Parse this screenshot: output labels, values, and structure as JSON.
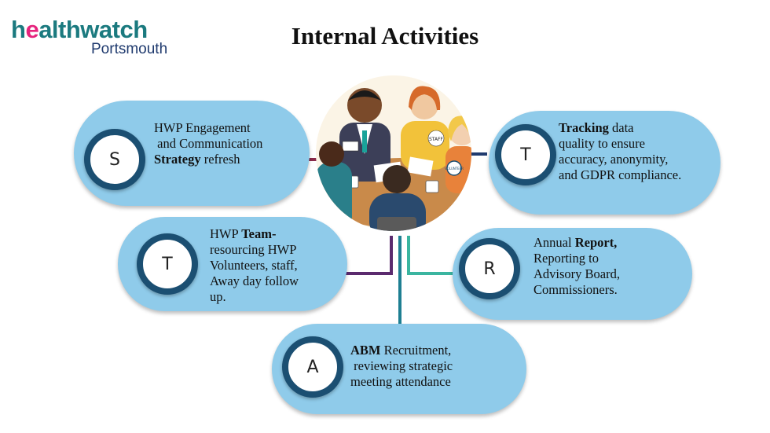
{
  "brand": {
    "logo_part1": "h",
    "logo_accent": "e",
    "logo_part2": "althwatch",
    "logo_sub": "Portsmouth"
  },
  "title": "Internal Activities",
  "photo_labels": {
    "badge_staff": "STAFF",
    "badge_volunteer": "VOLUNTEER"
  },
  "items": [
    {
      "letter": "S",
      "lines": [
        [
          {
            "t": "HWP Engagement"
          }
        ],
        [
          {
            "t": " and Communication"
          }
        ],
        [
          {
            "t": "Strategy",
            "b": true
          },
          {
            "t": " refresh"
          }
        ]
      ]
    },
    {
      "letter": "T",
      "lines": [
        [
          {
            "t": "Tracking",
            "b": true
          },
          {
            "t": " data"
          }
        ],
        [
          {
            "t": "quality to ensure"
          }
        ],
        [
          {
            "t": "accuracy, anonymity,"
          }
        ],
        [
          {
            "t": "and GDPR compliance."
          }
        ]
      ]
    },
    {
      "letter": "T",
      "lines": [
        [
          {
            "t": "HWP "
          },
          {
            "t": "Team-",
            "b": true
          }
        ],
        [
          {
            "t": "resourcing HWP"
          }
        ],
        [
          {
            "t": "Volunteers, staff,"
          }
        ],
        [
          {
            "t": "Away day follow"
          }
        ],
        [
          {
            "t": "up."
          }
        ]
      ]
    },
    {
      "letter": "R",
      "lines": [
        [
          {
            "t": "Annual "
          },
          {
            "t": "Report,",
            "b": true
          }
        ],
        [
          {
            "t": "Reporting to"
          }
        ],
        [
          {
            "t": "Advisory Board,"
          }
        ],
        [
          {
            "t": "Commissioners."
          }
        ]
      ]
    },
    {
      "letter": "A",
      "lines": [
        [
          {
            "t": "ABM",
            "b": true
          },
          {
            "t": " Recruitment,"
          }
        ],
        [
          {
            "t": " reviewing strategic"
          }
        ],
        [
          {
            "t": "meeting attendance"
          }
        ]
      ]
    }
  ],
  "colors": {
    "pill": "#8fcbea",
    "ring": "#1b4f72",
    "teal": "#1b7a7f",
    "pink": "#e6247d",
    "navy": "#1f3a6e"
  }
}
